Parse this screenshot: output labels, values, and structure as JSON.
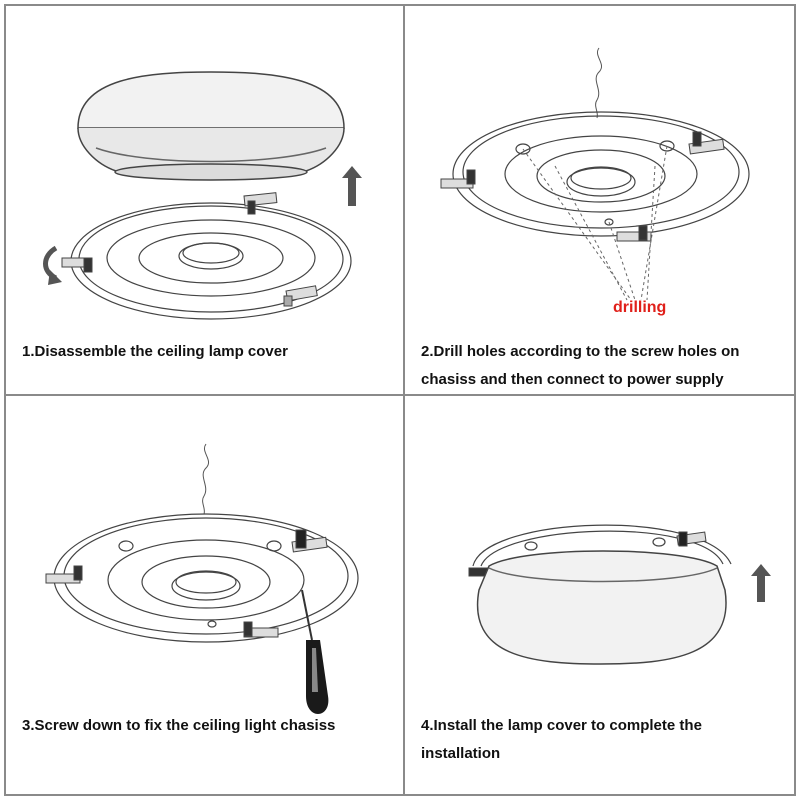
{
  "steps": [
    {
      "caption": "1.Disassemble the ceiling lamp cover"
    },
    {
      "caption": "2.Drill holes according to the screw holes on chasiss and then connect to power supply",
      "callout": "drilling"
    },
    {
      "caption": "3.Screw down to fix the ceiling light chasiss"
    },
    {
      "caption": "4.Install the lamp cover to complete the installation"
    }
  ],
  "colors": {
    "caption": "#111111",
    "callout": "#e0201a",
    "border": "#8a8a8a",
    "line": "#444444"
  },
  "icons": [
    "rotate-arrow-icon",
    "up-arrow-icon",
    "screwdriver-icon"
  ]
}
